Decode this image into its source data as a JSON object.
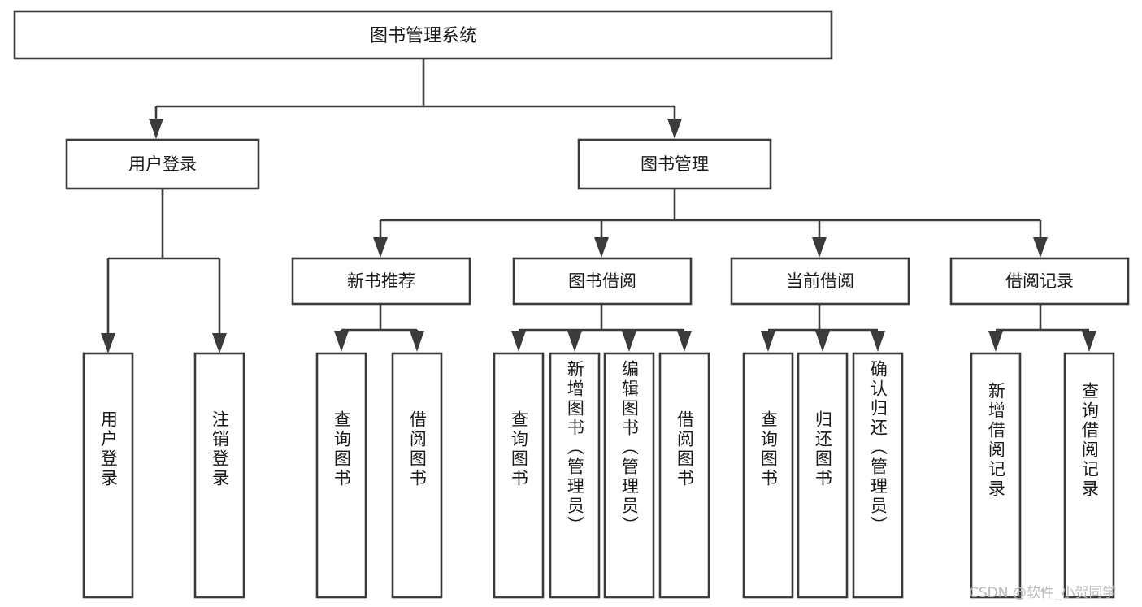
{
  "diagram": {
    "title": "图书管理系统",
    "type": "hierarchy-tree",
    "orientation": "top-down",
    "colors": {
      "box_stroke": "#3b3b3b",
      "box_fill": "#ffffff",
      "text": "#1b1b1b",
      "connector": "#3b3b3b",
      "watermark": "#b9b9b9",
      "background": "#ffffff"
    },
    "root": {
      "label": "图书管理系统"
    },
    "level1": [
      {
        "label": "用户登录"
      },
      {
        "label": "图书管理"
      }
    ],
    "level2": [
      {
        "label": "新书推荐"
      },
      {
        "label": "图书借阅"
      },
      {
        "label": "当前借阅"
      },
      {
        "label": "借阅记录"
      }
    ],
    "leaves": {
      "user_login": [
        {
          "label": "用户登录"
        },
        {
          "label": "注销登录"
        }
      ],
      "new_book_recommend": [
        {
          "label": "查询图书"
        },
        {
          "label": "借阅图书"
        }
      ],
      "book_borrow": [
        {
          "label": "查询图书"
        },
        {
          "label": "新增图书（管理员）"
        },
        {
          "label": "编辑图书（管理员）"
        },
        {
          "label": "借阅图书"
        }
      ],
      "current_borrow": [
        {
          "label": "查询图书"
        },
        {
          "label": "归还图书"
        },
        {
          "label": "确认归还（管理员）"
        }
      ],
      "borrow_record": [
        {
          "label": "新增借阅记录"
        },
        {
          "label": "查询借阅记录"
        }
      ]
    },
    "watermark": "CSDN @软件_小贺同学"
  }
}
